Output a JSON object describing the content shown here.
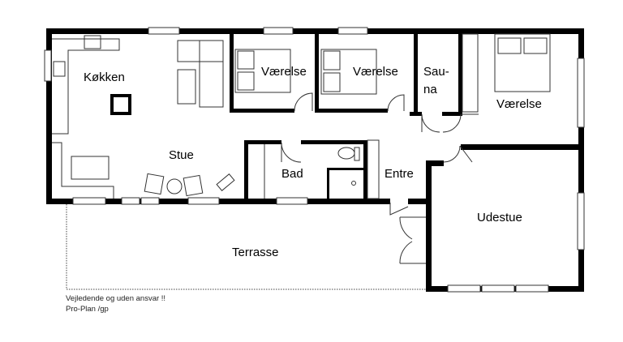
{
  "floorplan": {
    "rooms": [
      {
        "id": "kitchen",
        "label": "Køkken"
      },
      {
        "id": "living",
        "label": "Stue"
      },
      {
        "id": "bedroom1",
        "label": "Værelse"
      },
      {
        "id": "bedroom2",
        "label": "Værelse"
      },
      {
        "id": "sauna",
        "label_line1": "Sau-",
        "label_line2": "na"
      },
      {
        "id": "bedroom3",
        "label": "Værelse"
      },
      {
        "id": "bathroom",
        "label": "Bad"
      },
      {
        "id": "entrance",
        "label": "Entre"
      },
      {
        "id": "conservatory",
        "label": "Udestue"
      },
      {
        "id": "terrace",
        "label": "Terrasse"
      }
    ],
    "notes": {
      "disclaimer": "Vejledende og uden ansvar !!",
      "credit": "Pro-Plan /gp"
    },
    "colors": {
      "wall": "#000000",
      "line": "#333333",
      "background": "#ffffff"
    }
  }
}
